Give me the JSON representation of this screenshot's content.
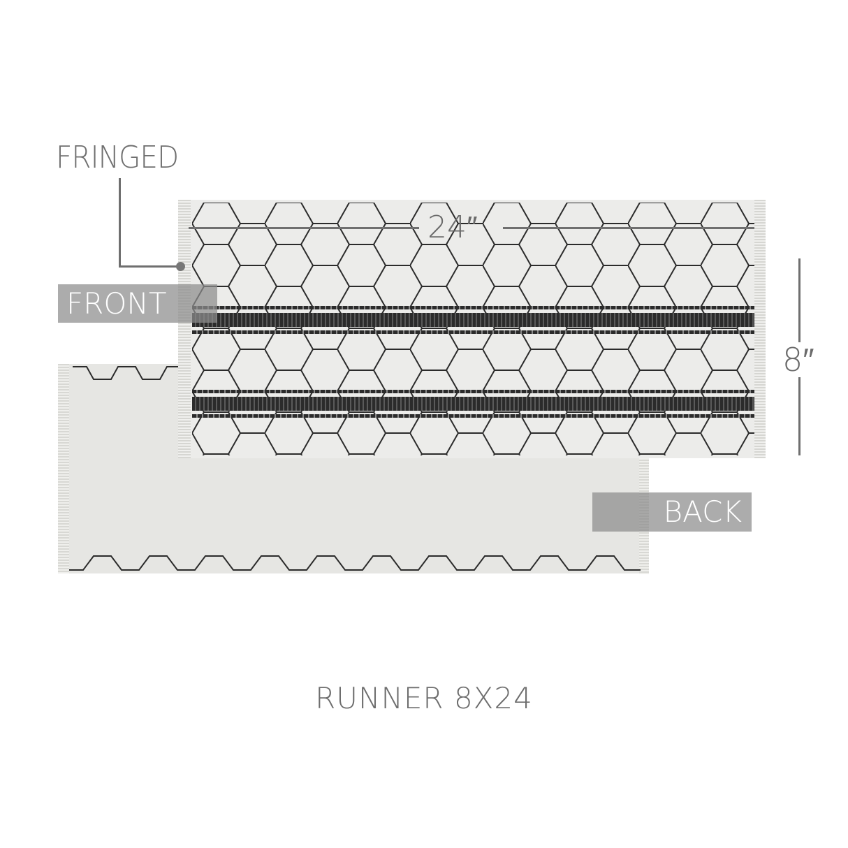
{
  "callouts": {
    "feature": "FRINGED",
    "front_tag": "FRONT",
    "back_tag": "BACK"
  },
  "dimensions": {
    "length": "24″",
    "width": "8″"
  },
  "product": {
    "title": "RUNNER 8X24"
  },
  "colors": {
    "line": "#6f6f6f",
    "fabric": "#ececea",
    "pattern": "#2b2b2b",
    "tag_bg": "#8c8c8c"
  }
}
